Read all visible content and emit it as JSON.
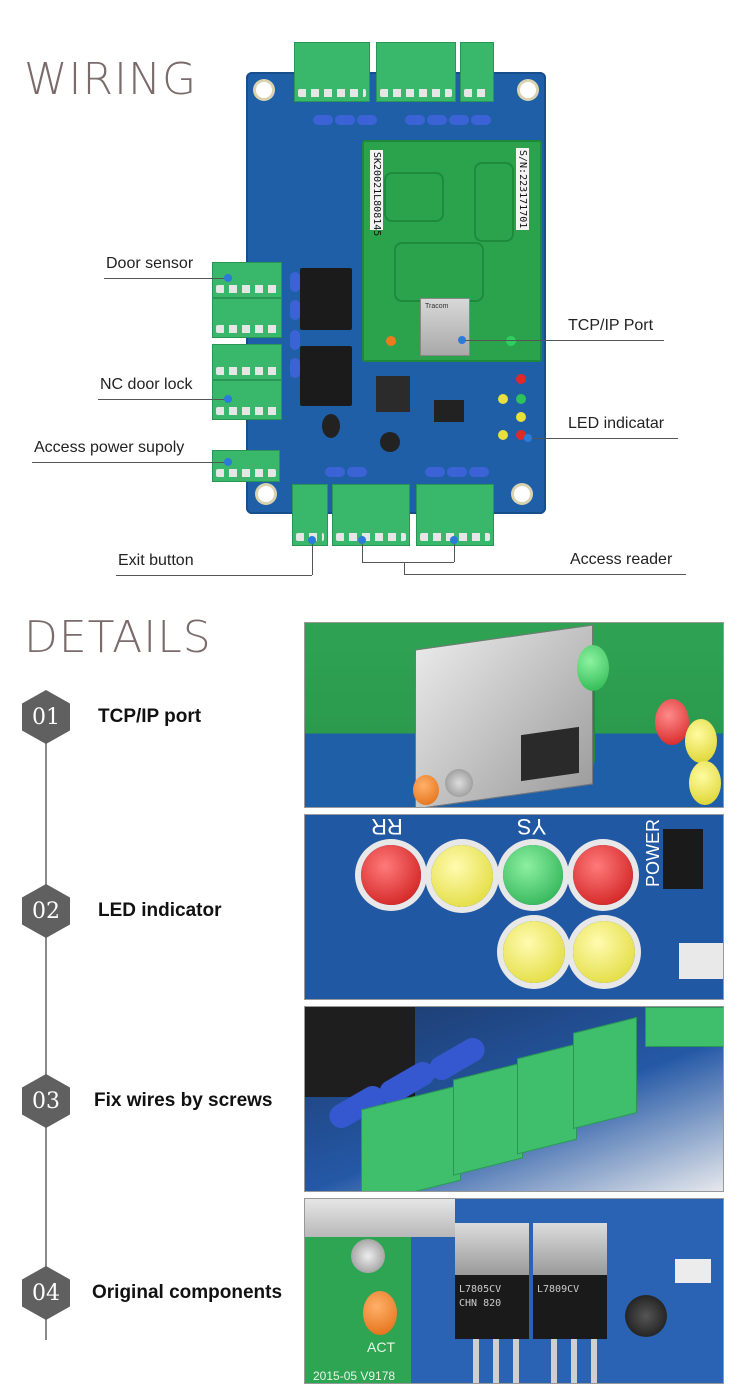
{
  "wiring": {
    "title": "WIRING",
    "board_labels": {
      "serial": "S/N:223171701",
      "batch": "SK20021L808145",
      "rj45_brand": "Tracom"
    },
    "callouts": {
      "door_sensor": "Door sensor",
      "nc_door_lock": "NC door lock",
      "access_power": "Access power supoly",
      "exit_button": "Exit button",
      "tcpip_port": "TCP/IP Port",
      "led_indicator": "LED indicatar",
      "access_reader": "Access reader"
    }
  },
  "details": {
    "title": "DETAILS",
    "items": [
      {
        "number": "01",
        "label": "TCP/IP port"
      },
      {
        "number": "02",
        "label": "LED indicator"
      },
      {
        "number": "03",
        "label": "Fix wires by screws"
      },
      {
        "number": "04",
        "label": "Original components"
      }
    ],
    "photo_text": {
      "led_err": "RR",
      "led_sys": "YS",
      "power": "POWER",
      "reg1": "L7805CV",
      "reg2": "L7809CV",
      "reg_origin": "CHN 820",
      "act": "ACT",
      "date_code": "2015-05 V9178"
    }
  },
  "colors": {
    "board_blue": "#1f5fa8",
    "pcb_green": "#2aa34c",
    "terminal_green": "#39b86b",
    "accent_dot": "#2d7bd8",
    "hex_gray": "#606060"
  }
}
